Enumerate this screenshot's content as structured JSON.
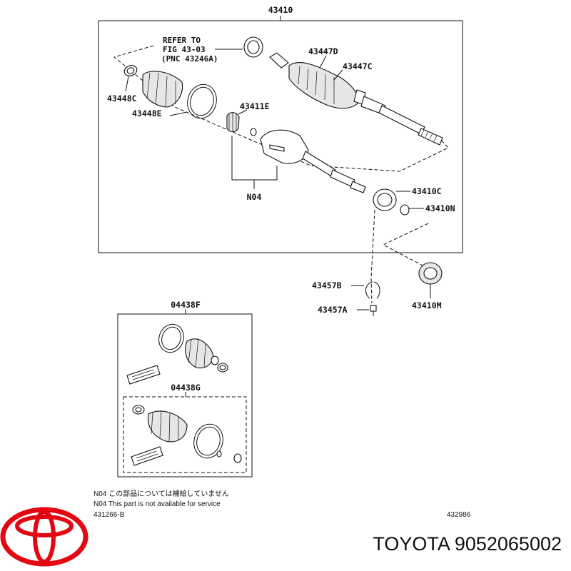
{
  "diagram": {
    "labels": {
      "top": "43410",
      "p43447D": "43447D",
      "p43447C": "43447C",
      "p43448C": "43448C",
      "p43448E": "43448E",
      "p43411E": "43411E",
      "n04": "N04",
      "p43410C": "43410C",
      "p43410N": "43410N",
      "p43457B": "43457B",
      "p43457A": "43457A",
      "p43410M": "43410M",
      "p04438F": "04438F",
      "p04438G": "04438G"
    },
    "refer": [
      "REFER TO",
      "FIG 43-03",
      "(PNC 43246A)"
    ],
    "notes": {
      "jp": "N04 この部品については補給していません",
      "en": "N04 This part is not available for service",
      "code_left": "431266-B",
      "code_right": "432986"
    }
  },
  "brand": {
    "name_part": "TOYOTA 9052065002",
    "logo_color": "#e30613"
  }
}
